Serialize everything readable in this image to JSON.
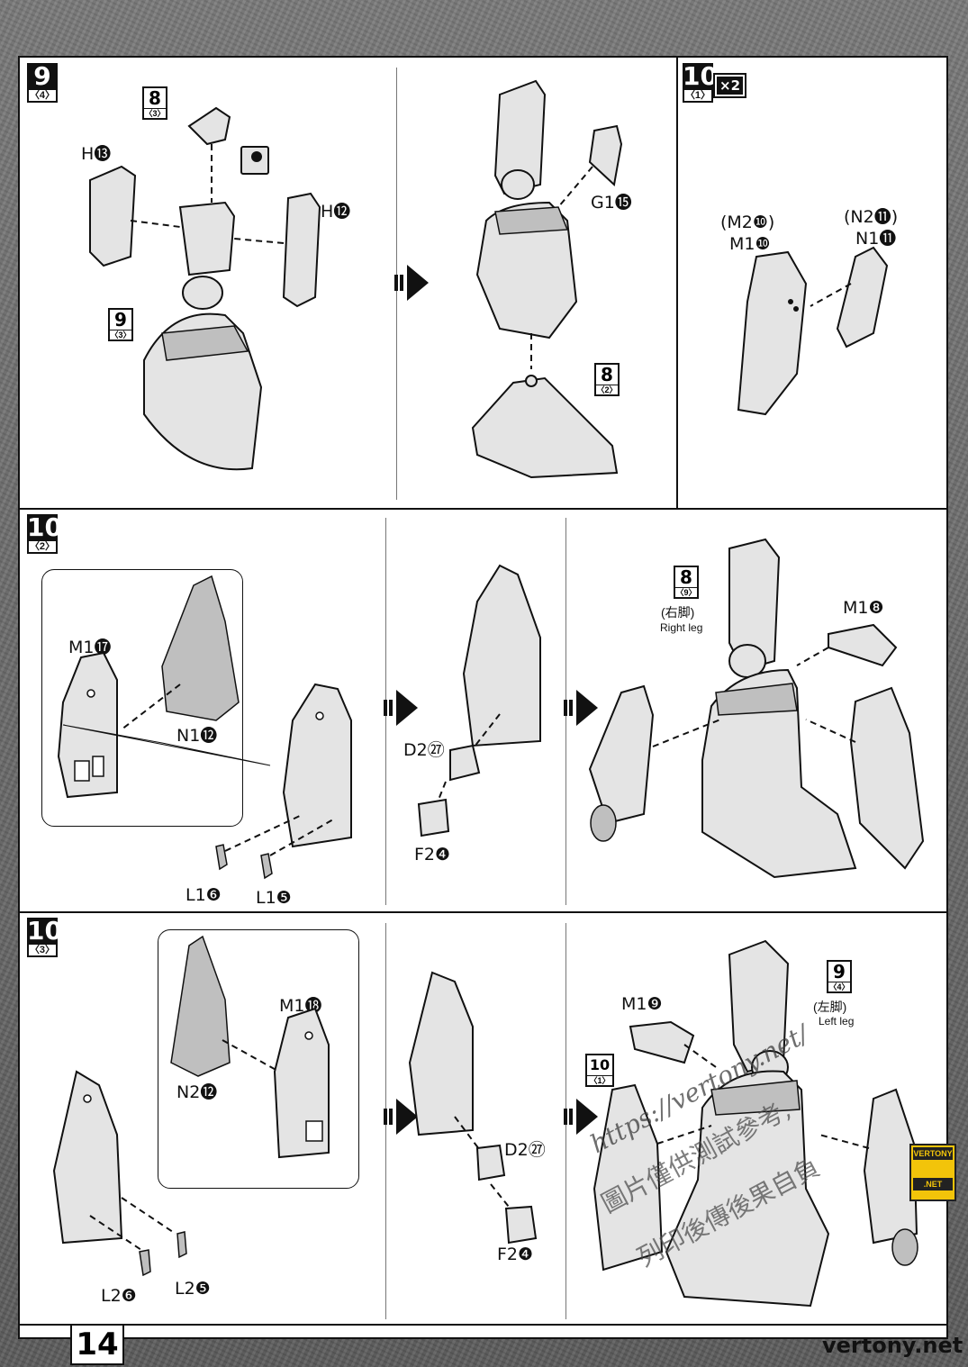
{
  "page_number": "14",
  "site": "vertony.net",
  "watermark": {
    "url": "https://vertony.net/",
    "line1": "圖片僅供測試參考,",
    "line2": "列印後傳後果自負",
    "badge_top": "VERTONY",
    "badge_bottom": ".NET"
  },
  "steps": {
    "s9": {
      "num": "9",
      "sub": "〈4〉"
    },
    "s10a": {
      "num": "10",
      "sub": "〈1〉",
      "mult": "×2"
    },
    "s10b": {
      "num": "10",
      "sub": "〈2〉"
    },
    "s10c": {
      "num": "10",
      "sub": "〈3〉"
    }
  },
  "refs": {
    "r8_3": {
      "num": "8",
      "sub": "〈3〉"
    },
    "r9_3": {
      "num": "9",
      "sub": "〈3〉"
    },
    "r8_2": {
      "num": "8",
      "sub": "〈2〉"
    },
    "r8_9": {
      "num": "8",
      "sub": "〈9〉"
    },
    "r9_4": {
      "num": "9",
      "sub": "〈4〉"
    },
    "r10_1": {
      "num": "10",
      "sub": "〈1〉"
    }
  },
  "parts": {
    "H13": "H⓭",
    "H12": "H⓬",
    "G115": "G1⓯",
    "M210": "(M2❿)",
    "M110": "M1❿",
    "N211": "(N2⓫)",
    "N111": "N1⓫",
    "M117": "M1⓱",
    "N112": "N1⓬",
    "L16": "L1❻",
    "L15": "L1❺",
    "D227a": "D2㉗",
    "F24a": "F2❹",
    "M18": "M1❽",
    "N212": "N2⓬",
    "M118": "M1⓲",
    "L26": "L2❻",
    "L25": "L2❺",
    "D227b": "D2㉗",
    "F24b": "F2❹",
    "M19": "M1❾"
  },
  "legs": {
    "right_cn": "(右脚)",
    "right_en": "Right leg",
    "left_cn": "(左脚)",
    "left_en": "Left leg"
  }
}
